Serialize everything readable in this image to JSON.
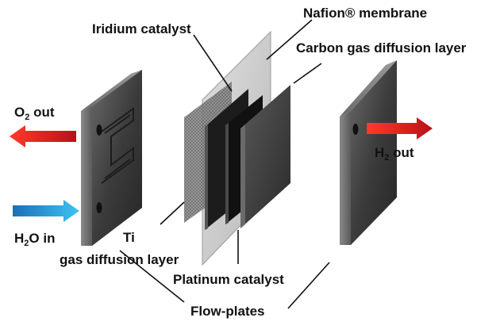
{
  "labels": {
    "iridium": "Iridium catalyst",
    "nafion": "Nafion® membrane",
    "carbon": "Carbon gas diffusion layer",
    "o2_main": "O",
    "o2_sub": "2",
    "o2_tail": " out",
    "h2_main": "H",
    "h2_sub": "2",
    "h2_tail": " out",
    "h2o_main": "H",
    "h2o_sub": "2",
    "h2o_tail": "O in",
    "ti": "Ti",
    "ti_gdl": "gas diffusion layer",
    "platinum": "Platinum catalyst",
    "flowplates": "Flow-plates"
  },
  "colors": {
    "arrow_red": "#d7141b",
    "arrow_blue": "#1b8fd6",
    "plate_dark": "#3a3a3a",
    "membrane": "#c8c8c8"
  }
}
